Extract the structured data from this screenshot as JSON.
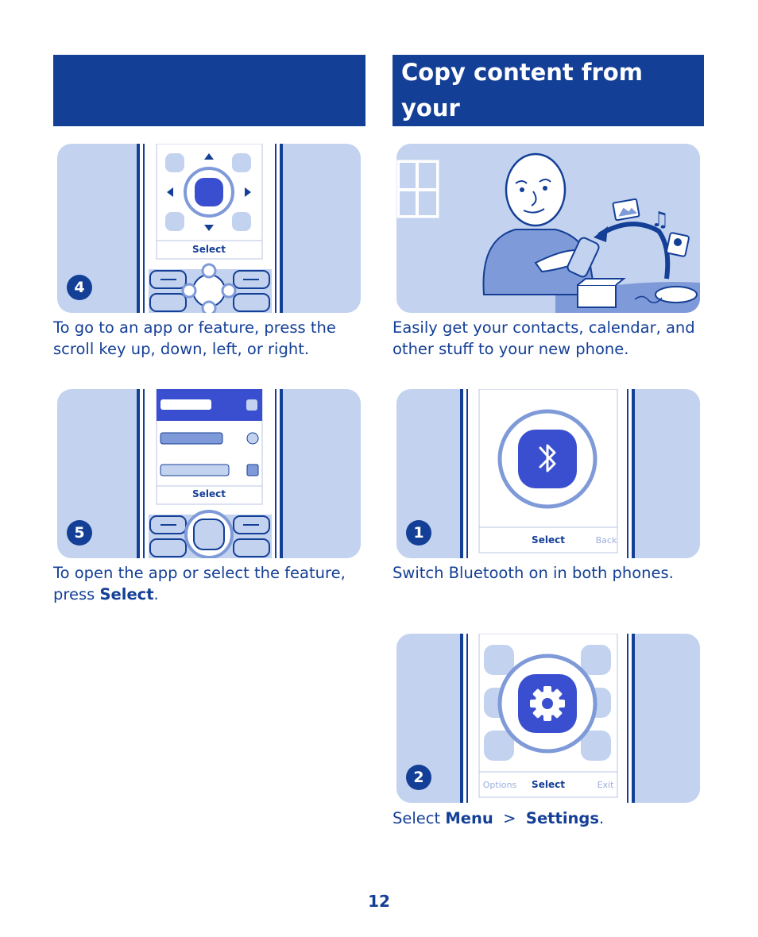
{
  "header": {
    "title_line1": "Copy content from your",
    "title_line2": "old phone"
  },
  "steps": [
    {
      "number": "4",
      "softkey": "Select",
      "caption": "To go to an app or feature, press the scroll key up, down, left, or right."
    },
    {
      "number": "5",
      "softkey": "Select",
      "caption_pre": "To open the app or select the feature, press ",
      "caption_bold": "Select",
      "caption_post": "."
    },
    {
      "illustration_caption": "Easily get your contacts, calendar, and other stuff to your new phone."
    },
    {
      "number": "1",
      "softkey_left": "Select",
      "softkey_right": "Back",
      "caption": "Switch Bluetooth on in both phones."
    },
    {
      "number": "2",
      "softkey_left": "Options",
      "softkey_center": "Select",
      "softkey_right": "Exit",
      "caption_pre": "Select ",
      "caption_bold1": "Menu",
      "caption_sep": "  >  ",
      "caption_bold2": "Settings",
      "caption_post": "."
    }
  ],
  "icons": [
    "bluetooth-icon",
    "gear-icon",
    "photo-icon",
    "music-note-icon",
    "contact-icon"
  ],
  "colors": {
    "brand_blue": "#143f96",
    "panel_blue": "#c2d2ef",
    "accent_blue": "#3a4fcf"
  },
  "page_number": "12"
}
